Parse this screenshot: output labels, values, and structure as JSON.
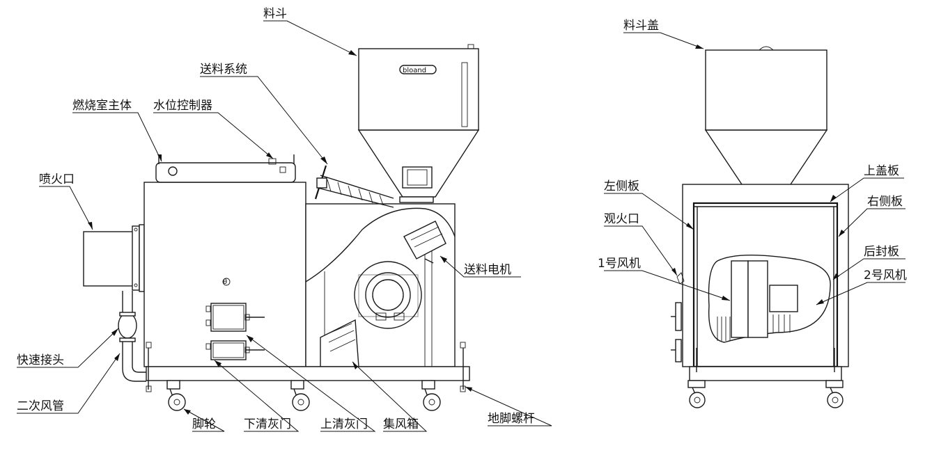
{
  "front_view": {
    "labels": {
      "hopper": "料斗",
      "feeding_system": "送料系统",
      "combustion_body": "燃烧室主体",
      "water_level_controller": "水位控制器",
      "flame_outlet": "喷火口",
      "feed_motor": "送料电机",
      "quick_connector": "快速接头",
      "secondary_air_pipe": "二次风管",
      "caster": "脚轮",
      "lower_ash_door": "下清灰门",
      "upper_ash_door": "上清灰门",
      "air_box": "集风箱",
      "anchor_bolt": "地脚螺杆"
    },
    "brand_mark": "bloand"
  },
  "side_view": {
    "labels": {
      "hopper_lid": "料斗盖",
      "top_cover": "上盖板",
      "left_panel": "左侧板",
      "right_panel": "右侧板",
      "viewing_port": "观火口",
      "rear_seal": "后封板",
      "fan_1": "1号风机",
      "fan_2": "2号风机"
    }
  }
}
